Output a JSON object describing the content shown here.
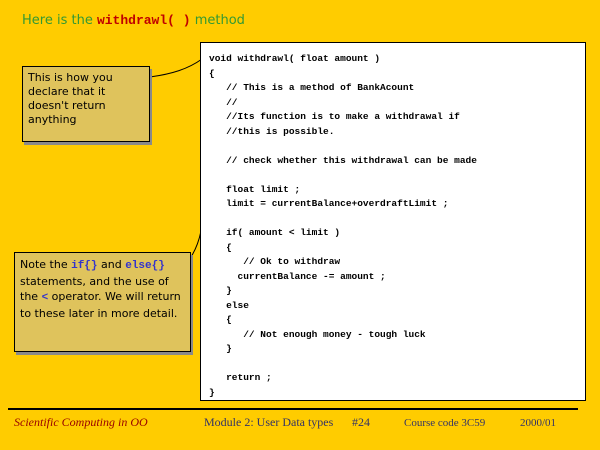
{
  "title": {
    "prefix": "Here is the ",
    "method_name": "withdrawl( )",
    "suffix": " method"
  },
  "callouts": {
    "return_note": "This is how you declare that it doesn't return anything",
    "if_note": {
      "pre": "Note the ",
      "if_token": "if{}",
      "mid1": " and ",
      "else_token": "else{}",
      "mid2": " statements, and the use of the ",
      "lt_token": "<",
      "post": " operator. We will return to these later in more detail."
    }
  },
  "code": {
    "lines": [
      "void withdrawl( float amount )",
      "{",
      "   // This is a method of BankAcount",
      "   //",
      "   //Its function is to make a withdrawal if",
      "   //this is possible.",
      "",
      "   // check whether this withdrawal can be made",
      "",
      "   float limit ;",
      "   limit = currentBalance+overdraftLimit ;",
      "",
      "   if( amount < limit )",
      "   {",
      "      // Ok to withdraw",
      "     currentBalance -= amount ;",
      "   }",
      "   else",
      "   {",
      "      // Not enough money - tough luck",
      "   }",
      "",
      "   return ;",
      "}"
    ]
  },
  "footer": {
    "course_title": "Scientific Computing in OO",
    "module": "Module 2: User Data types",
    "page_number": "#24",
    "course_code": "Course code 3C59",
    "year": "2000/01"
  },
  "colors": {
    "background": "#FFCC00",
    "callout_bg": "#DFC35C",
    "title_green": "#339933",
    "code_red": "#C00000",
    "token_blue": "#3333CC",
    "footer_maroon": "#990000",
    "footer_blue": "#333366"
  }
}
